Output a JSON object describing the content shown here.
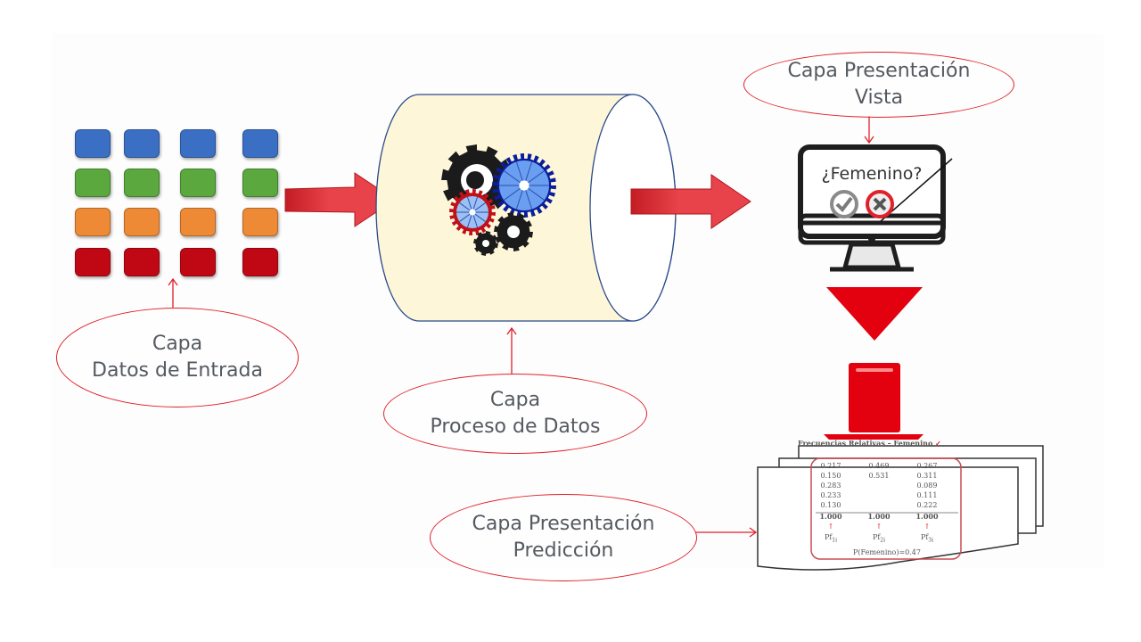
{
  "layers": {
    "input": {
      "line1": "Capa",
      "line2": "Datos de Entrada"
    },
    "process": {
      "line1": "Capa",
      "line2": "Proceso de Datos"
    },
    "view": {
      "line1": "Capa Presentación",
      "line2": "Vista"
    },
    "prediction": {
      "line1": "Capa Presentación",
      "line2": "Predicción"
    }
  },
  "input_grid": {
    "rows": [
      {
        "name": "blue",
        "color": "#3a6fc4"
      },
      {
        "name": "green",
        "color": "#5aa83e"
      },
      {
        "name": "orange",
        "color": "#ee8a35"
      },
      {
        "name": "red",
        "color": "#c00814"
      }
    ],
    "columns": 4
  },
  "monitor": {
    "question": "¿Femenino?",
    "check_icon": "check-circle-icon",
    "cross_icon": "x-circle-icon"
  },
  "document": {
    "title": "Frecuencias Relativas – Femenino",
    "title_mark": "✓",
    "columns": [
      {
        "values": [
          "0.217",
          "0.150",
          "0.283",
          "0.233",
          "0.130"
        ],
        "total": "1.000",
        "label": "Pf",
        "sub": "1i"
      },
      {
        "values": [
          "0.469",
          "0.531",
          "",
          "",
          ""
        ],
        "total": "1.000",
        "label": "Pf",
        "sub": "2i"
      },
      {
        "values": [
          "0.267",
          "0.311",
          "0.089",
          "0.111",
          "0.222"
        ],
        "total": "1.000",
        "label": "Pf",
        "sub": "3i"
      }
    ],
    "arrow": "↑",
    "result": "P(Femenino)=0.47"
  },
  "colors": {
    "accent_red": "#e0202a",
    "cylinder_fill": "#fdf6d8",
    "cylinder_stroke": "#2b4a8a"
  }
}
